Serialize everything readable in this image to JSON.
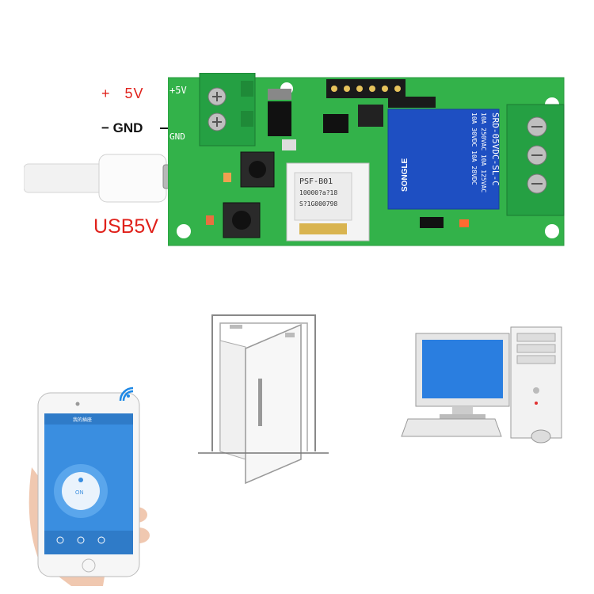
{
  "labels": {
    "plus": "+",
    "v5": "5V",
    "gnd": "− GND",
    "usb": "USB5V"
  },
  "board": {
    "silk_5v": "+5V",
    "silk_gnd": "GND",
    "relay_line1": "SRD-05VDC-SL-C",
    "relay_line2": "10A 250VAC  10A 125VAC",
    "relay_line3": "10A 30VDC  10A 28VDC",
    "relay_brand": "SONGLE",
    "module_line1": "PSF-B01",
    "module_line2": "10000?a?18",
    "module_line3": "S?1G000798"
  },
  "phone": {
    "header_title": "我的插座",
    "on_label": "ON"
  },
  "colors": {
    "pcb_green": "#33b24a",
    "terminal_green": "#25a043",
    "relay_blue": "#1e4fc2",
    "phone_blue": "#3a8ee0",
    "label_red": "#e0211b"
  },
  "icons": [
    "usb-cable",
    "wifi-icon",
    "door-icon",
    "computer-icon",
    "power-button-icon"
  ]
}
